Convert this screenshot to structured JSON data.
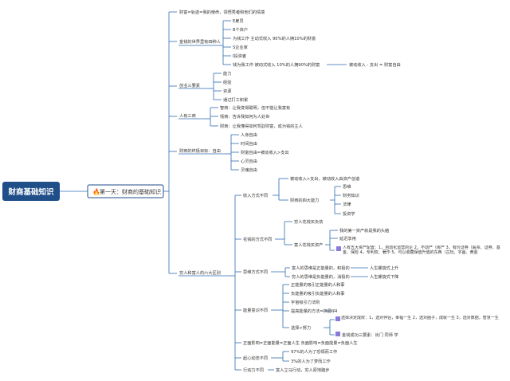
{
  "root": "财商基础知识",
  "day1": {
    "icon": "fire-icon",
    "label": "第一天：财商的基础知识"
  },
  "colors": {
    "root": "#1f4e89",
    "line": "#2e6db0",
    "text": "#333333",
    "badge": "#8a7bd8"
  },
  "nodes": {
    "n1": "财富=轨迹=我的使命，领悟秀者和他们的情境",
    "n2": "金钱的世界里有四种人",
    "n2_1": "E雇员",
    "n2_2": "B个体户",
    "n2_3": "为钱工作 主动式收入 90%的人拥10%的财富",
    "n2_4": "S企业家",
    "n2_5": "I投资者",
    "n2_6": "钱为我工作 被动式收入 10%的人拥90%的财富",
    "n2_6_1": "被动收入 - 支出 = 财富自由",
    "n3": "创业三要素",
    "n3_1": "能力",
    "n3_2": "经验",
    "n3_3": "资源",
    "n3_4": "通过打工积累",
    "n4": "人有三商",
    "n4_1": "智商：让我变得聪明，但不能让我富有",
    "n4_2": "情商：告诉我如何为人处世",
    "n4_3": "财商：让我懂得如何驾驭财富，成为钱的主人",
    "n5": "财商的终极目标：自由",
    "n5_1": "人身自由",
    "n5_2": "时间自由",
    "n5_3": "财富自由=被动收入>支出",
    "n5_4": "心灵自由",
    "n5_5": "灵魂自由",
    "n6": "穷人和富人的六大区别",
    "n6a": "收入方式不同",
    "n6a_1": "被动收入>支出，被动收入由资产创造",
    "n6a_2": "财商的四大能力",
    "n6a_2_1": "思维",
    "n6a_2_2": "财务知识",
    "n6a_2_3": "法律",
    "n6a_2_4": "投资学",
    "n6b": "花钱的方式不同",
    "n6b_1": "穷人花钱买负债",
    "n6b_2": "富人花钱买资产",
    "n6b_2_1": "我的第一资产就是我的头脑",
    "n6b_2_2": "延迟享用",
    "n6b_2_3": "人有五大资产配置：1，自动化运营的企 2，不动产（房产 3，有价证券（股票、证券、基金、保险 4，专利权、著作 5，可以收藏保值升值的东西（古玩、字画、黄金",
    "n6c": "思维方式不同",
    "n6c_1": "富人的思维是正能量的，积极的",
    "n6c_1_1": "人生螺旋式上升",
    "n6c_2": "穷人的思维是负能量的，消极的",
    "n6c_2_1": "人生螺旋式下降",
    "n6d": "能量意识不同",
    "n6d_1": "正能量的吸引正能量的人和事",
    "n6d_2": "负能量的吸引负能量的人和事",
    "n6d_3": "宇宙吸引力法则",
    "n6d_4": "提高能量的方法=换圈子",
    "n6d_4_1": "4",
    "n6d_5": "选择>努力",
    "n6d_5_1": "选择决定成败：1，选对伴侣，幸福一生 2，选对圈子，成就一生 3，选对数据，智慧一生",
    "n6d_5_2": "金钱成功三要素：出门 同师 学",
    "n6e": "正面影响=正面能量=正面人生 负面影响=负面能量=负面人生",
    "n6f": "起心动念不同",
    "n6f_1": "97%的人为了恐惧而工作",
    "n6f_2": "3%的人为了梦而工作",
    "n6g": "行动力不同",
    "n6g_1": "富人立马行动，穷人原地踏步"
  }
}
